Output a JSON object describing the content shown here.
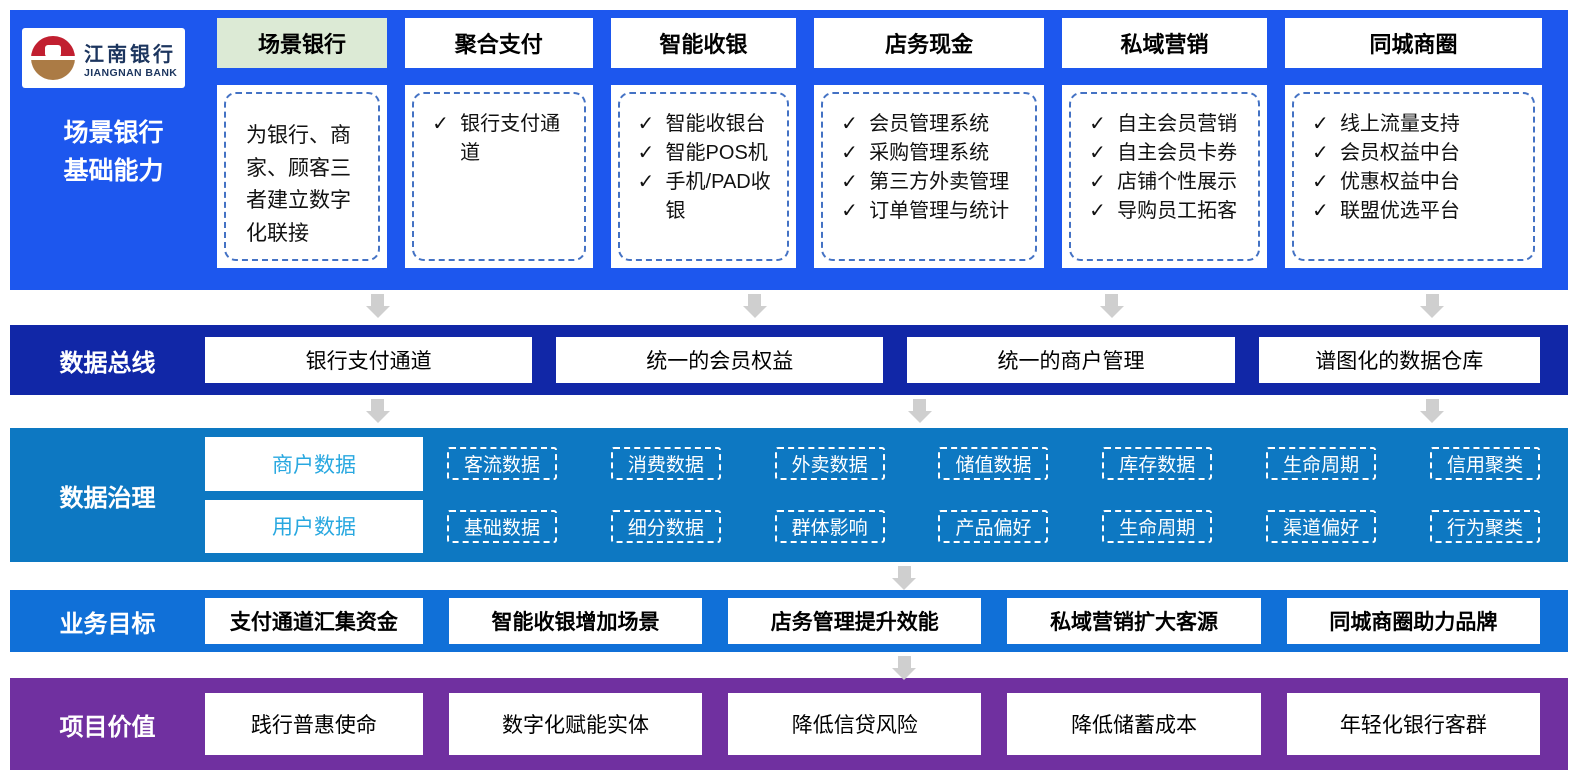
{
  "brand": {
    "logo_cn": "江南银行",
    "logo_en": "JIANGNAN BANK"
  },
  "capability_panel": {
    "label_line1": "场景银行",
    "label_line2": "基础能力",
    "columns": [
      {
        "header": "场景银行",
        "highlight": true,
        "bullet": false,
        "items": [
          "为银行、商家、顾客三者建立数字化联接"
        ]
      },
      {
        "header": "聚合支付",
        "highlight": false,
        "bullet": true,
        "items": [
          "银行支付通道"
        ]
      },
      {
        "header": "智能收银",
        "highlight": false,
        "bullet": true,
        "items": [
          "智能收银台",
          "智能POS机",
          "手机/PAD收银"
        ]
      },
      {
        "header": "店务现金",
        "highlight": false,
        "bullet": true,
        "items": [
          "会员管理系统",
          "采购管理系统",
          "第三方外卖管理",
          "订单管理与统计"
        ]
      },
      {
        "header": "私域营销",
        "highlight": false,
        "bullet": true,
        "items": [
          "自主会员营销",
          "自主会员卡券",
          "店铺个性展示",
          "导购员工拓客"
        ]
      },
      {
        "header": "同城商圈",
        "highlight": false,
        "bullet": true,
        "items": [
          "线上流量支持",
          "会员权益中台",
          "优惠权益中台",
          "联盟优选平台"
        ]
      }
    ]
  },
  "databus": {
    "label": "数据总线",
    "boxes": [
      "银行支付通道",
      "统一的会员权益",
      "统一的商户管理",
      "谱图化的数据仓库"
    ]
  },
  "datagov": {
    "label": "数据治理",
    "rows": [
      {
        "box": "商户数据",
        "tags": [
          "客流数据",
          "消费数据",
          "外卖数据",
          "储值数据",
          "库存数据",
          "生命周期",
          "信用聚类"
        ]
      },
      {
        "box": "用户数据",
        "tags": [
          "基础数据",
          "细分数据",
          "群体影响",
          "产品偏好",
          "生命周期",
          "渠道偏好",
          "行为聚类"
        ]
      }
    ]
  },
  "biz": {
    "label": "业务目标",
    "boxes": [
      "支付通道汇集资金",
      "智能收银增加场景",
      "店务管理提升效能",
      "私域营销扩大客源",
      "同城商圈助力品牌"
    ]
  },
  "value": {
    "label": "项目价值",
    "boxes": [
      "践行普惠使命",
      "数字化赋能实体",
      "降低信贷风险",
      "降低储蓄成本",
      "年轻化银行客群"
    ]
  },
  "icons": {
    "check": "✓",
    "arrow": "down-arrow"
  },
  "colors": {
    "panel_blue": "#1d57ee",
    "databus_blue": "#1127a7",
    "datagov_blue": "#0d78c2",
    "biz_blue": "#1070d8",
    "value_purple": "#7030a0",
    "highlight_green": "#dcead5",
    "card_border_blue": "#4472c4",
    "databox_text_blue": "#29a8e0",
    "arrow_gray": "#cfcfcf",
    "logo_red": "#c11f30",
    "logo_bronze": "#ab7b45",
    "logo_navy": "#1c355e"
  }
}
